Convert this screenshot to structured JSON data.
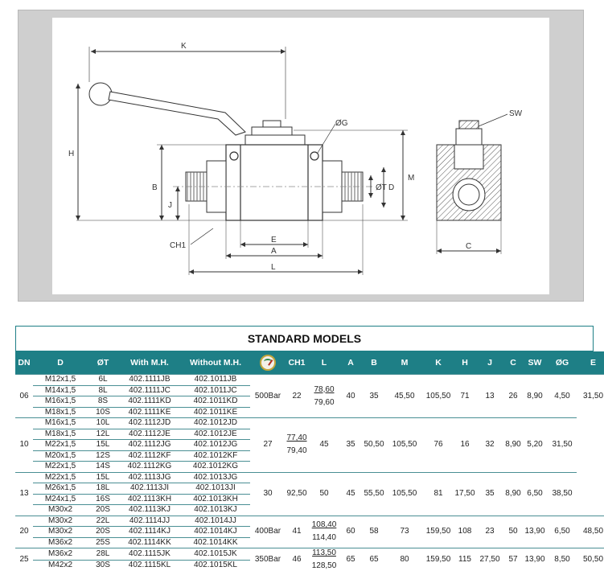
{
  "drawing": {
    "labels": {
      "k": "K",
      "h": "H",
      "b": "B",
      "j": "J",
      "ch1": "CH1",
      "e": "E",
      "a": "A",
      "l": "L",
      "og": "ØG",
      "t": "ØT",
      "d": "D",
      "m": "M",
      "sw": "SW",
      "c": "C"
    }
  },
  "table": {
    "title": "STANDARD MODELS",
    "headers": [
      "DN",
      "D",
      "ØT",
      "With M.H.",
      "Without M.H.",
      "",
      "CH1",
      "L",
      "A",
      "B",
      "M",
      "K",
      "H",
      "J",
      "C",
      "SW",
      "ØG",
      "E"
    ],
    "gauge_icon": "pressure-gauge-icon",
    "groups": [
      {
        "dn": "06",
        "ch1": "22",
        "a": "40",
        "b": "35",
        "m": "45,50",
        "k": "105,50",
        "h": "71",
        "j": "13",
        "c": "26",
        "sw": "8,90",
        "g": "4,50",
        "e": "31,50",
        "l_top": "78,60",
        "l_bottom": "79,60",
        "rows": [
          {
            "d": "M12x1,5",
            "t": "6L",
            "with": "402.1111JB",
            "without": "402.1011JB"
          },
          {
            "d": "M14x1,5",
            "t": "8L",
            "with": "402.1111JC",
            "without": "402.1011JC"
          },
          {
            "d": "M16x1,5",
            "t": "8S",
            "with": "402.1111KD",
            "without": "402.1011KD"
          },
          {
            "d": "M18x1,5",
            "t": "10S",
            "with": "402.1111KE",
            "without": "402.1011KE"
          }
        ]
      },
      {
        "dn": "10",
        "ch1": "27",
        "a": "45",
        "b": "35",
        "m": "50,50",
        "k": "105,50",
        "h": "76",
        "j": "16",
        "c": "32",
        "sw": "8,90",
        "g": "5,20",
        "e": "31,50",
        "l_top": "77,40",
        "l_bottom": "79,40",
        "rows": [
          {
            "d": "M16x1,5",
            "t": "10L",
            "with": "402.1112JD",
            "without": "402.1012JD"
          },
          {
            "d": "M18x1,5",
            "t": "12L",
            "with": "402.1112JE",
            "without": "402.1012JE"
          },
          {
            "d": "M22x1,5",
            "t": "15L",
            "with": "402.1112JG",
            "without": "402.1012JG"
          },
          {
            "d": "M20x1,5",
            "t": "12S",
            "with": "402.1112KF",
            "without": "402.1012KF"
          },
          {
            "d": "M22x1,5",
            "t": "14S",
            "with": "402.1112KG",
            "without": "402.1012KG"
          }
        ]
      },
      {
        "dn": "13",
        "ch1": "30",
        "l": "92,50",
        "a": "50",
        "b": "45",
        "m": "55,50",
        "k": "105,50",
        "h": "81",
        "j": "17,50",
        "c": "35",
        "sw": "8,90",
        "g": "6,50",
        "e": "38,50",
        "rows": [
          {
            "d": "M22x1,5",
            "t": "15L",
            "with": "402.1113JG",
            "without": "402.1013JG"
          },
          {
            "d": "M26x1,5",
            "t": "18L",
            "with": "402.1113JI",
            "without": "402.1013JI"
          },
          {
            "d": "M24x1,5",
            "t": "16S",
            "with": "402.1113KH",
            "without": "402.1013KH"
          },
          {
            "d": "M30x2",
            "t": "20S",
            "with": "402.1113KJ",
            "without": "402.1013KJ"
          }
        ]
      },
      {
        "dn": "20",
        "ch1": "41",
        "a": "60",
        "b": "58",
        "m": "73",
        "k": "159,50",
        "h": "108",
        "j": "23",
        "c": "50",
        "sw": "13,90",
        "g": "6,50",
        "e": "48,50",
        "l_top": "108,40",
        "l_bottom": "114,40",
        "rows": [
          {
            "d": "M30x2",
            "t": "22L",
            "with": "402.1114JJ",
            "without": "402.1014JJ"
          },
          {
            "d": "M30x2",
            "t": "20S",
            "with": "402.1114KJ",
            "without": "402.1014KJ"
          },
          {
            "d": "M36x2",
            "t": "25S",
            "with": "402.1114KK",
            "without": "402.1014KK"
          }
        ]
      },
      {
        "dn": "25",
        "ch1": "46",
        "a": "65",
        "b": "65",
        "m": "80",
        "k": "159,50",
        "h": "115",
        "j": "27,50",
        "c": "57",
        "sw": "13,90",
        "g": "8,50",
        "e": "50,50",
        "l_top": "113,50",
        "l_bottom": "128,50",
        "rows": [
          {
            "d": "M36x2",
            "t": "28L",
            "with": "402.1115JK",
            "without": "402.1015JK"
          },
          {
            "d": "M42x2",
            "t": "30S",
            "with": "402.1115KL",
            "without": "402.1015KL"
          }
        ]
      }
    ],
    "pressures": [
      "500Bar",
      "400Bar",
      "350Bar"
    ]
  }
}
